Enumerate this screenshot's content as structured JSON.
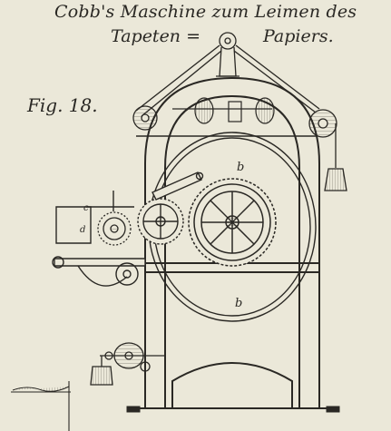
{
  "title_line1": "Cobb's Maschine zum Leimen des",
  "title_line2_left": "Tapeten =",
  "title_line2_right": "Papiers.",
  "figure_label": "Fig. 18.",
  "labels": {
    "b_upper": "b",
    "b_lower": "b",
    "c_mark": "c",
    "d_mark": "d"
  },
  "colors": {
    "paper": "#ebe8d9",
    "ink": "#2a2824",
    "hatch": "#6b675c"
  }
}
